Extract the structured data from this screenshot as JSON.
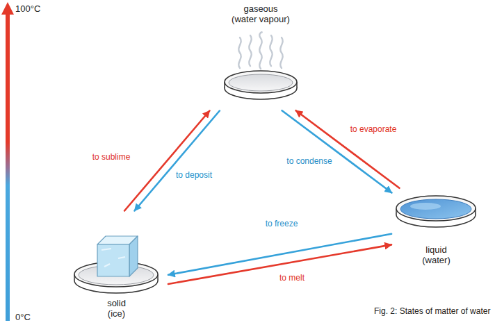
{
  "diagram": {
    "caption": "Fig. 2: States of matter of water",
    "nodes": [
      {
        "text": [
          "gaseous (water vapour)"
        ]
      },
      {
        "text": [
          "liquid (water)"
        ]
      },
      {
        "text": [
          "solid (ice)"
        ]
      }
    ],
    "edges": [
      {
        "from": 2,
        "to": 0,
        "label": "to sublime",
        "arrow": "to"
      },
      {
        "from": 0,
        "to": 2,
        "label": "to deposit",
        "arrow": "to"
      },
      {
        "from": 1,
        "to": 0,
        "label": "to evaporate",
        "arrow": "to"
      },
      {
        "from": 0,
        "to": 1,
        "label": "to condense",
        "arrow": "to"
      },
      {
        "from": 1,
        "to": 2,
        "label": "to freeze",
        "arrow": "to"
      },
      {
        "from": 2,
        "to": 1,
        "label": "to melt",
        "arrow": "to"
      }
    ],
    "labels": [
      "100°C",
      "0°C"
    ]
  }
}
